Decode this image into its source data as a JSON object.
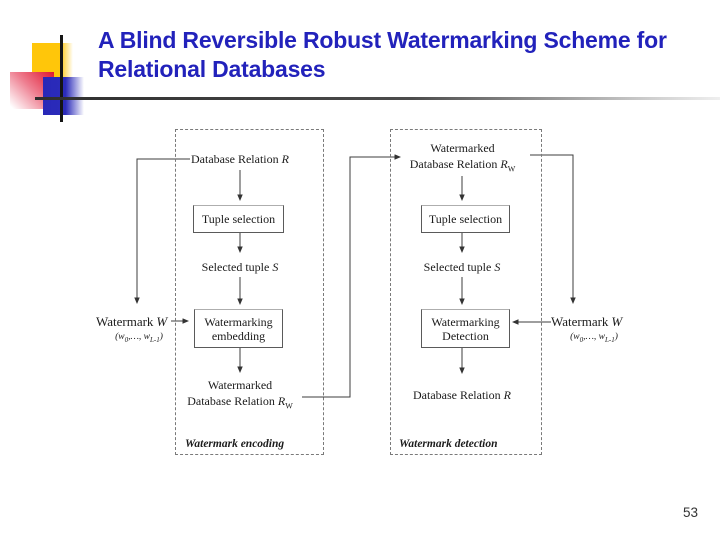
{
  "slide": {
    "title": "A Blind Reversible Robust Watermarking Scheme for Relational Databases",
    "page_number": "53",
    "colors": {
      "title_blue": "#2222bb",
      "decor_yellow": "#ffc60a",
      "decor_red": "#e01730",
      "decor_blue": "#2828b8"
    }
  },
  "diagram": {
    "encoding": {
      "caption": "Watermark encoding",
      "source_label": "Database Relation",
      "source_var": "R",
      "tuple_box": "Tuple selection",
      "selected_label": "Selected tuple",
      "selected_var": "S",
      "process_line1": "Watermarking",
      "process_line2": "embedding",
      "output_line1": "Watermarked",
      "output_label": "Database Relation",
      "output_var": "R",
      "output_sub": "W",
      "input_label": "Watermark",
      "input_var": "W",
      "seq_pre": "(w",
      "seq_sub1": "0",
      "seq_mid": ",…, w",
      "seq_sub2": "L-1",
      "seq_post": ")"
    },
    "detection": {
      "caption": "Watermark detection",
      "source_line1": "Watermarked",
      "source_label": "Database Relation",
      "source_var": "R",
      "source_sub": "W",
      "tuple_box": "Tuple selection",
      "selected_label": "Selected tuple",
      "selected_var": "S",
      "process_line1": "Watermarking",
      "process_line2": "Detection",
      "output_label": "Database Relation",
      "output_var": "R",
      "wm_label": "Watermark",
      "wm_var": "W",
      "seq_pre": "(w",
      "seq_sub1": "0",
      "seq_mid": ",…, w",
      "seq_sub2": "L-1",
      "seq_post": ")"
    }
  }
}
